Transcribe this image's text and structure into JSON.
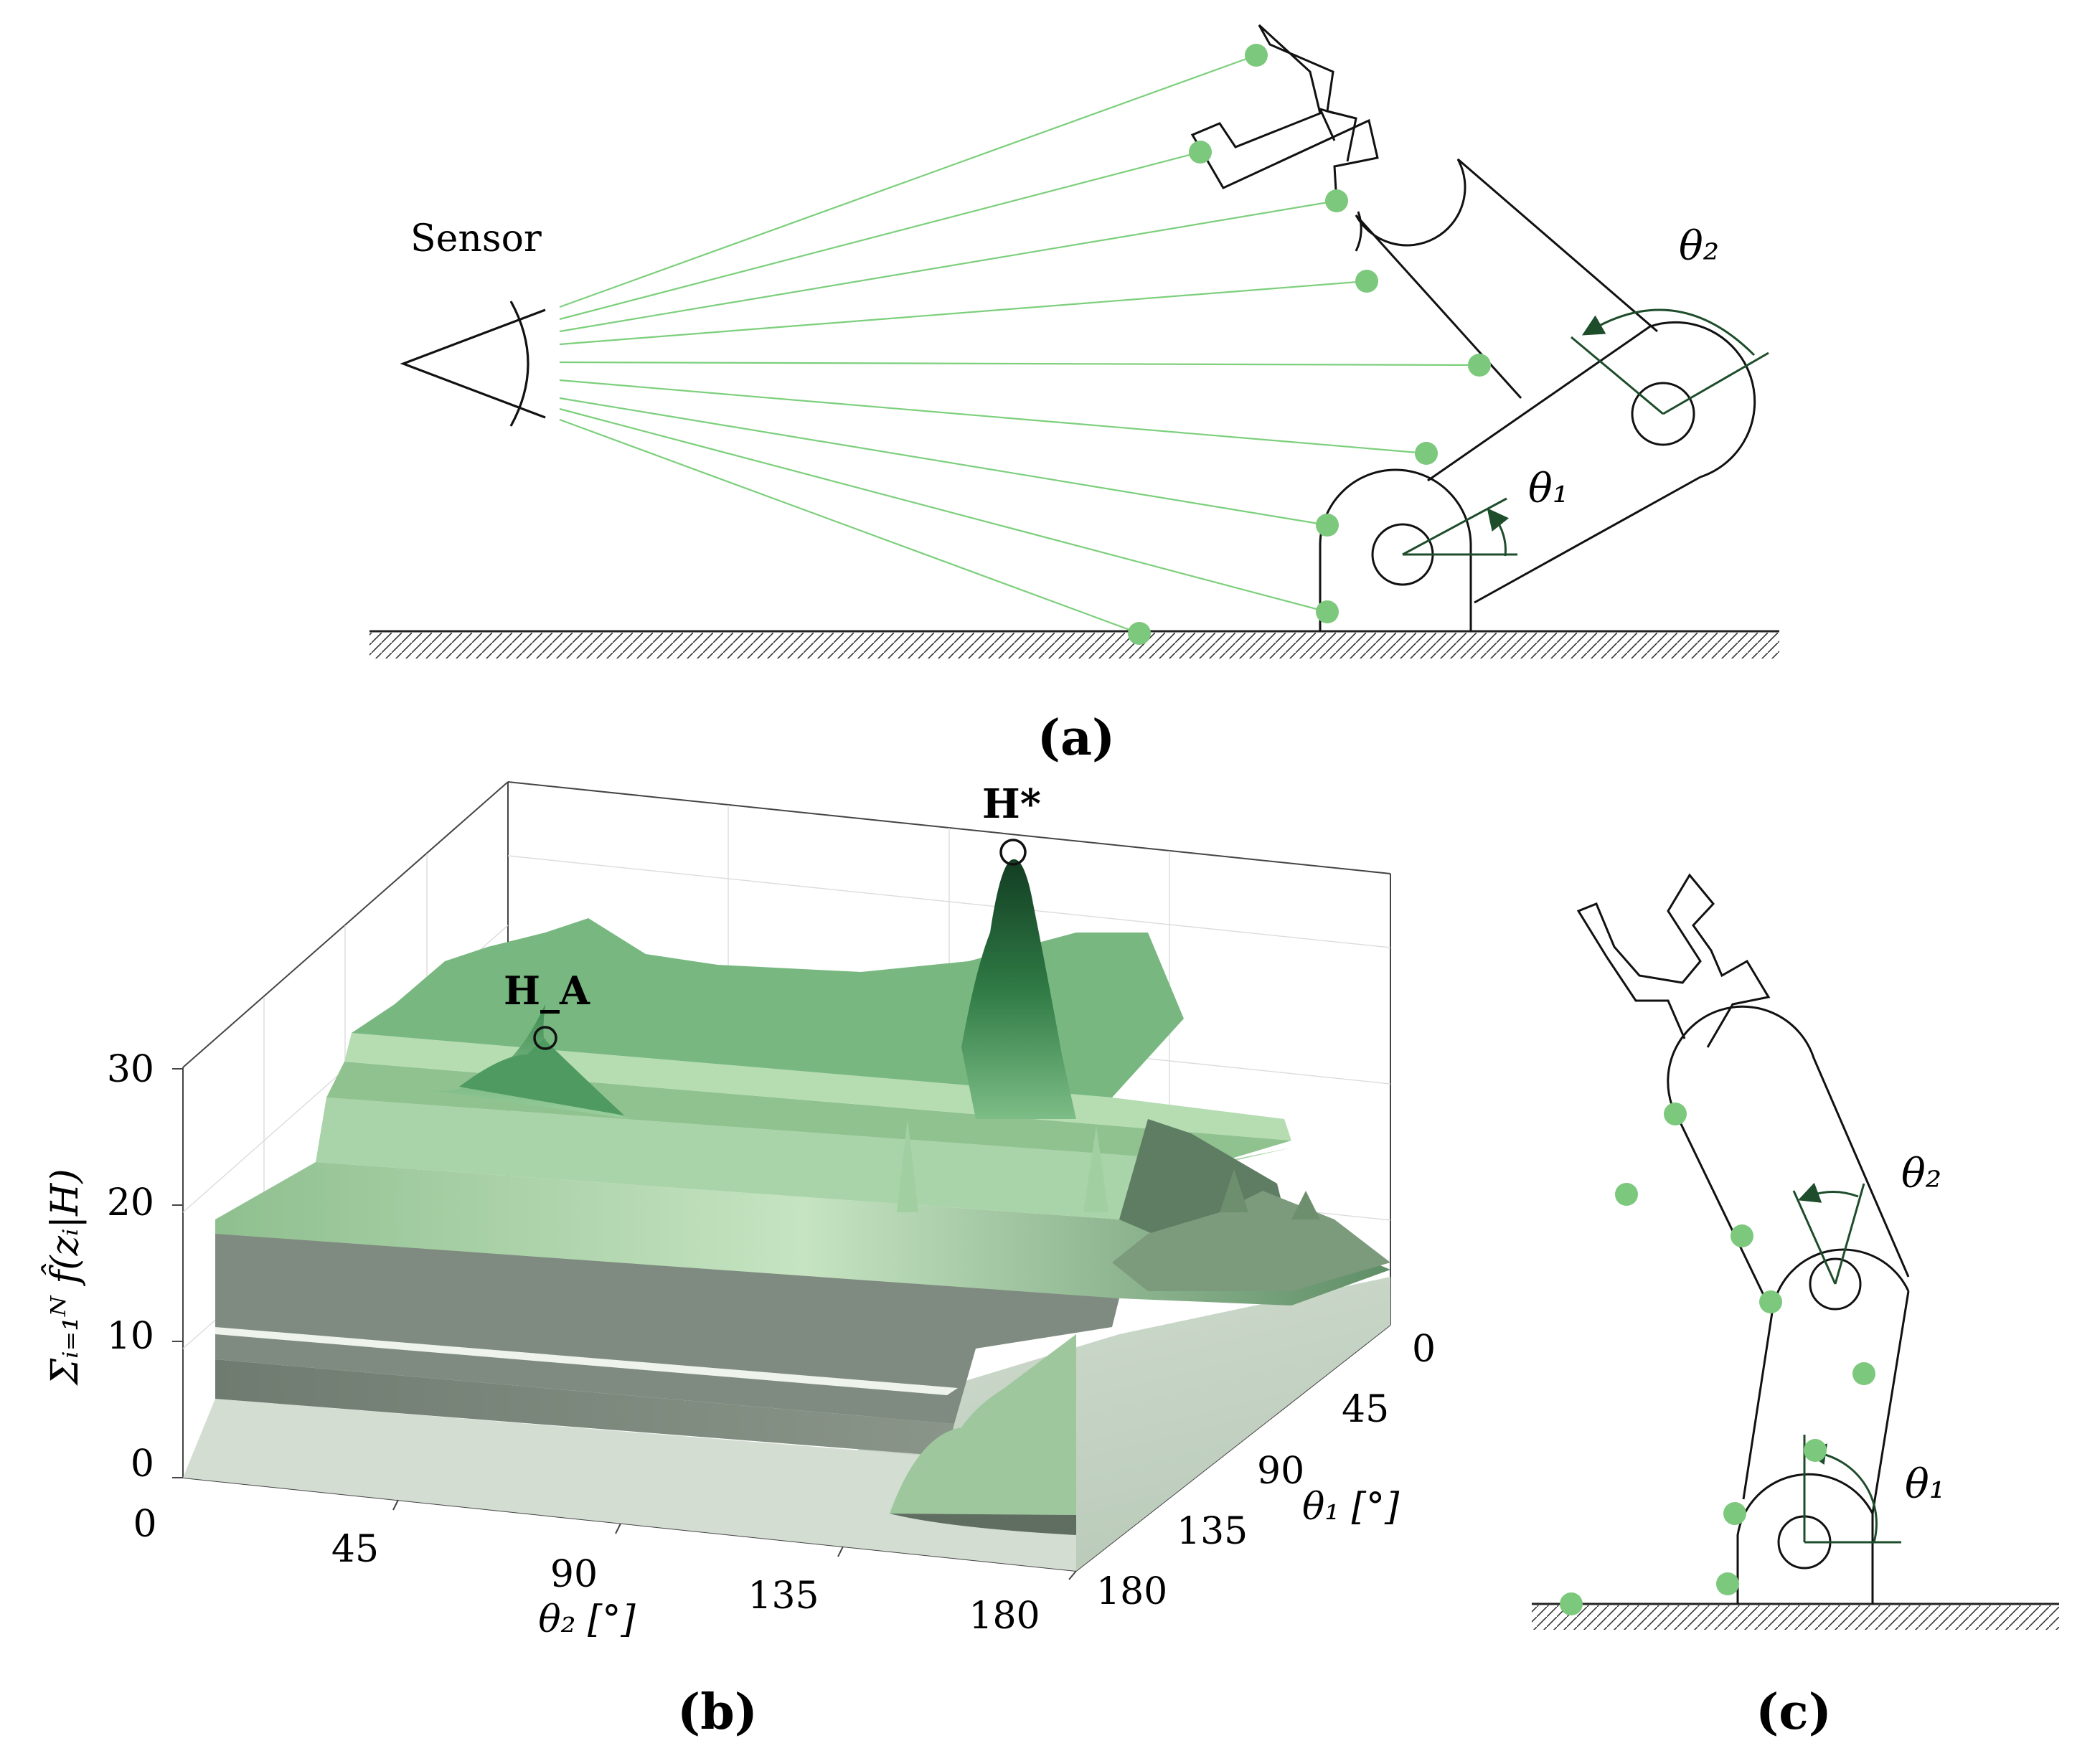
{
  "panel_a": {
    "caption": "(a)",
    "sensor_label": "Sensor",
    "theta1_label": "θ₁",
    "theta2_label": "θ₂"
  },
  "panel_b": {
    "caption": "(b)",
    "zlabel": "Σᵢ₌₁ᴺ f̂(zᵢ|H)",
    "xlabel": "θ₂ [°]",
    "ylabel": "θ₁ [°]",
    "peak_star_label": "H*",
    "peak_a_label": "H_A",
    "z_ticks": [
      "0",
      "10",
      "20",
      "30"
    ],
    "theta2_ticks": [
      "0",
      "45",
      "90",
      "135",
      "180"
    ],
    "theta1_ticks": [
      "0",
      "45",
      "90",
      "135",
      "180"
    ]
  },
  "panel_c": {
    "caption": "(c)",
    "theta1_label": "θ₁",
    "theta2_label": "θ₂"
  },
  "colors": {
    "ray_green": "#7ccf7c",
    "dot_green": "#7cc87c",
    "arrow_green": "#1e4d2b",
    "surface_dark": "#1f5a32",
    "surface_light": "#cfe8c8",
    "surface_gray": "#6d7a6e"
  }
}
